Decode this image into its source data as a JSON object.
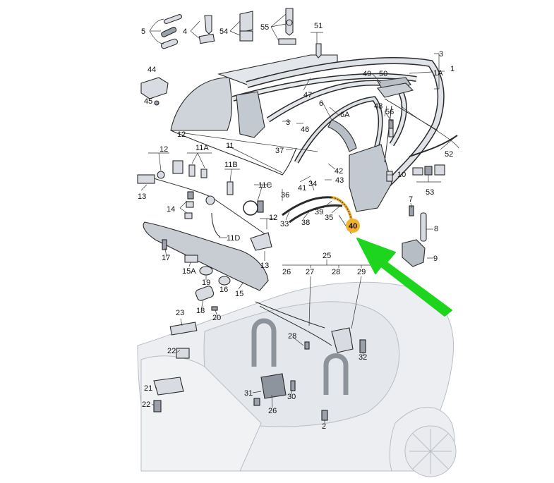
{
  "labels": [
    {
      "id": "l5",
      "text": "5"
    },
    {
      "id": "l4",
      "text": "4"
    },
    {
      "id": "l54",
      "text": "54"
    },
    {
      "id": "l55",
      "text": "55"
    },
    {
      "id": "l51",
      "text": "51"
    },
    {
      "id": "l3a",
      "text": "3"
    },
    {
      "id": "l1A",
      "text": "1A"
    },
    {
      "id": "l1",
      "text": "1"
    },
    {
      "id": "l44",
      "text": "44"
    },
    {
      "id": "l45",
      "text": "45"
    },
    {
      "id": "l49",
      "text": "49"
    },
    {
      "id": "l50",
      "text": "50"
    },
    {
      "id": "l47",
      "text": "47"
    },
    {
      "id": "l48",
      "text": "48"
    },
    {
      "id": "l6",
      "text": "6"
    },
    {
      "id": "l6A",
      "text": "6A"
    },
    {
      "id": "l56",
      "text": "56"
    },
    {
      "id": "l3b",
      "text": "3"
    },
    {
      "id": "l46",
      "text": "46"
    },
    {
      "id": "l12a",
      "text": "12"
    },
    {
      "id": "l11",
      "text": "11"
    },
    {
      "id": "l37",
      "text": "37"
    },
    {
      "id": "l52",
      "text": "52"
    },
    {
      "id": "l12b",
      "text": "12"
    },
    {
      "id": "l11A",
      "text": "11A"
    },
    {
      "id": "l11B",
      "text": "11B"
    },
    {
      "id": "l42",
      "text": "42"
    },
    {
      "id": "l10",
      "text": "10"
    },
    {
      "id": "l43",
      "text": "43"
    },
    {
      "id": "l53",
      "text": "53"
    },
    {
      "id": "l13a",
      "text": "13"
    },
    {
      "id": "l11C",
      "text": "11C"
    },
    {
      "id": "l36",
      "text": "36"
    },
    {
      "id": "l41",
      "text": "41"
    },
    {
      "id": "l34",
      "text": "34"
    },
    {
      "id": "l7",
      "text": "7"
    },
    {
      "id": "l14",
      "text": "14"
    },
    {
      "id": "l12c",
      "text": "12"
    },
    {
      "id": "l39",
      "text": "39"
    },
    {
      "id": "l35",
      "text": "35"
    },
    {
      "id": "l33",
      "text": "33"
    },
    {
      "id": "l38",
      "text": "38"
    },
    {
      "id": "l40",
      "text": "40"
    },
    {
      "id": "l8",
      "text": "8"
    },
    {
      "id": "l11D",
      "text": "11D"
    },
    {
      "id": "l9",
      "text": "9"
    },
    {
      "id": "l13b",
      "text": "13"
    },
    {
      "id": "l17",
      "text": "17"
    },
    {
      "id": "l25",
      "text": "25"
    },
    {
      "id": "l26a",
      "text": "26"
    },
    {
      "id": "l27",
      "text": "27"
    },
    {
      "id": "l28a",
      "text": "28"
    },
    {
      "id": "l29",
      "text": "29"
    },
    {
      "id": "l15A",
      "text": "15A"
    },
    {
      "id": "l19",
      "text": "19"
    },
    {
      "id": "l16",
      "text": "16"
    },
    {
      "id": "l15",
      "text": "15"
    },
    {
      "id": "l18",
      "text": "18"
    },
    {
      "id": "l20",
      "text": "20"
    },
    {
      "id": "l23",
      "text": "23"
    },
    {
      "id": "l28b",
      "text": "28"
    },
    {
      "id": "l22a",
      "text": "22"
    },
    {
      "id": "l32",
      "text": "32"
    },
    {
      "id": "l21",
      "text": "21"
    },
    {
      "id": "l31",
      "text": "31"
    },
    {
      "id": "l30",
      "text": "30"
    },
    {
      "id": "l26b",
      "text": "26"
    },
    {
      "id": "l22b",
      "text": "22"
    },
    {
      "id": "l2",
      "text": "2"
    }
  ],
  "highlight": {
    "label": "40",
    "fill": "#f2b02e"
  },
  "colors": {
    "arrow": "#1ed51e",
    "highlight": "#f2b02e",
    "line": "#2a2a2a",
    "part": "#d8dce2"
  }
}
